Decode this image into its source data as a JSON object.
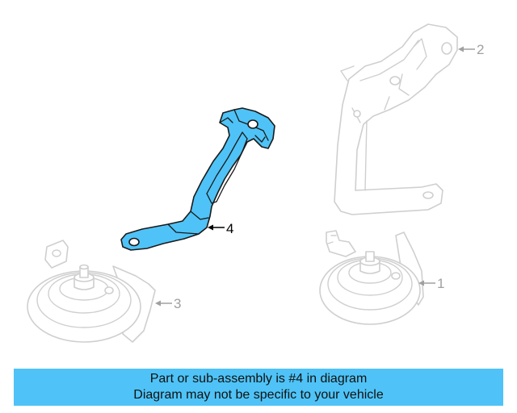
{
  "colors": {
    "highlight": "#4fc3f7",
    "ghost": "#cfcfcf",
    "outline": "#1a1a1a",
    "callout_active": "#000000",
    "callout_inactive": "#a0a0a0",
    "banner_bg": "#4fc3f7",
    "banner_text": "#111111"
  },
  "diagram": {
    "highlighted_part": "4",
    "callouts": {
      "c1": "1",
      "c2": "2",
      "c3": "3",
      "c4": "4"
    }
  },
  "banner": {
    "line1": "Part or sub-assembly is #4 in diagram",
    "line2": "Diagram may not be specific to your vehicle"
  }
}
